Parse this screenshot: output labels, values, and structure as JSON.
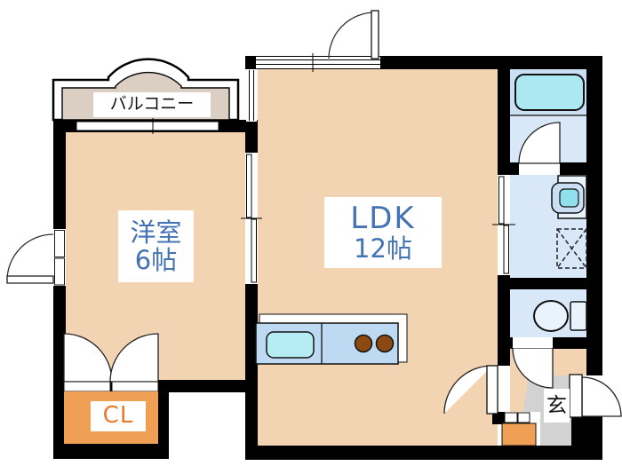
{
  "floorplan": {
    "type": "apartment-floor-plan",
    "rooms": {
      "balcony": {
        "label": "バルコニー"
      },
      "western_room": {
        "label": "洋室",
        "size": "6帖"
      },
      "ldk": {
        "label": "LDK",
        "size": "12帖"
      },
      "closet": {
        "label": "CL"
      },
      "entrance": {
        "label": "玄"
      }
    },
    "fixtures": [
      "bathtub",
      "washbasin",
      "washing-machine-space",
      "toilet",
      "kitchen-counter",
      "kitchen-sink",
      "stove-burners",
      "shoe-cabinet"
    ],
    "colors": {
      "wall": "#000000",
      "floor": "#f2d3b2",
      "balcony_floor": "#dbcec2",
      "wet_room": "#d8e8f8",
      "tub_zone": "#cbdff4",
      "bathtub": "#ace8f1",
      "kitchen_counter": "#bedaf2",
      "kitchen_sink": "#b6edf4",
      "burner": "#8a4a12",
      "closet_orange": "#f0a055",
      "genkan_gray": "#d2d2d2",
      "label_blue": "#4473b4",
      "label_orange": "#e87a2e",
      "fixture_fill": "#e8f3fc",
      "basin_cyan": "#8fe0ec"
    }
  }
}
